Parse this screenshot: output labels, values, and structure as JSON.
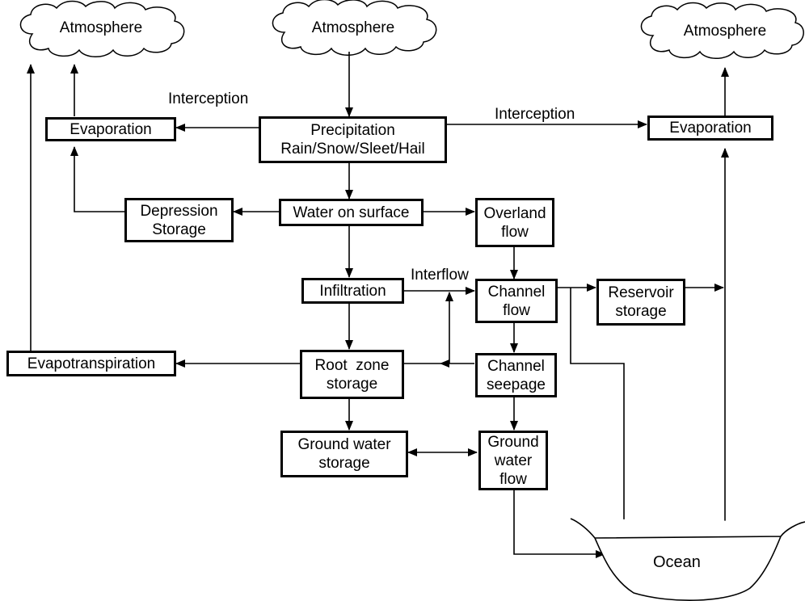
{
  "clouds": {
    "left": "Atmosphere",
    "center": "Atmosphere",
    "right": "Atmosphere"
  },
  "boxes": {
    "evaporation_left": "Evaporation",
    "precipitation": {
      "line1": "Precipitation",
      "line2": "Rain/Snow/Sleet/Hail"
    },
    "evaporation_right": "Evaporation",
    "depression_storage": {
      "line1": "Depression",
      "line2": "Storage"
    },
    "water_on_surface": "Water on surface",
    "overland_flow": {
      "line1": "Overland",
      "line2": "flow"
    },
    "infiltration": "Infiltration",
    "channel_flow": {
      "line1": "Channel",
      "line2": "flow"
    },
    "reservoir_storage": {
      "line1": "Reservoir",
      "line2": "storage"
    },
    "evapotranspiration": "Evapotranspiration",
    "root_zone_storage": {
      "line1": "Root  zone",
      "line2": "storage"
    },
    "channel_seepage": {
      "line1": "Channel",
      "line2": "seepage"
    },
    "ground_water_storage": {
      "line1": "Ground water",
      "line2": "storage"
    },
    "ground_water_flow": {
      "line1": "Ground",
      "line2": "water",
      "line3": "flow"
    }
  },
  "edge_labels": {
    "interception_left": "Interception",
    "interception_right": "Interception",
    "interflow": "Interflow"
  },
  "ocean": "Ocean"
}
